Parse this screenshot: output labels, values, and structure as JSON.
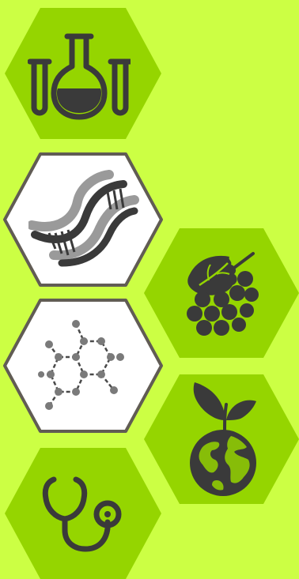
{
  "colors": {
    "background": "#ccff44",
    "hex_green": "#95d500",
    "hex_white": "#ffffff",
    "hex_border": "#615c54",
    "icon_dark": "#3a3a3a",
    "icon_gray": "#7a7a7a"
  },
  "tiles": [
    {
      "id": "chemistry",
      "icon": "laboratory-flask-icon",
      "style": "green"
    },
    {
      "id": "genetics",
      "icon": "dna-helix-icon",
      "style": "white"
    },
    {
      "id": "agriculture",
      "icon": "grapes-leaf-icon",
      "style": "green"
    },
    {
      "id": "molecular",
      "icon": "molecule-structure-icon",
      "style": "white"
    },
    {
      "id": "environment",
      "icon": "earth-plant-icon",
      "style": "green"
    },
    {
      "id": "medicine",
      "icon": "stethoscope-icon",
      "style": "green"
    }
  ]
}
